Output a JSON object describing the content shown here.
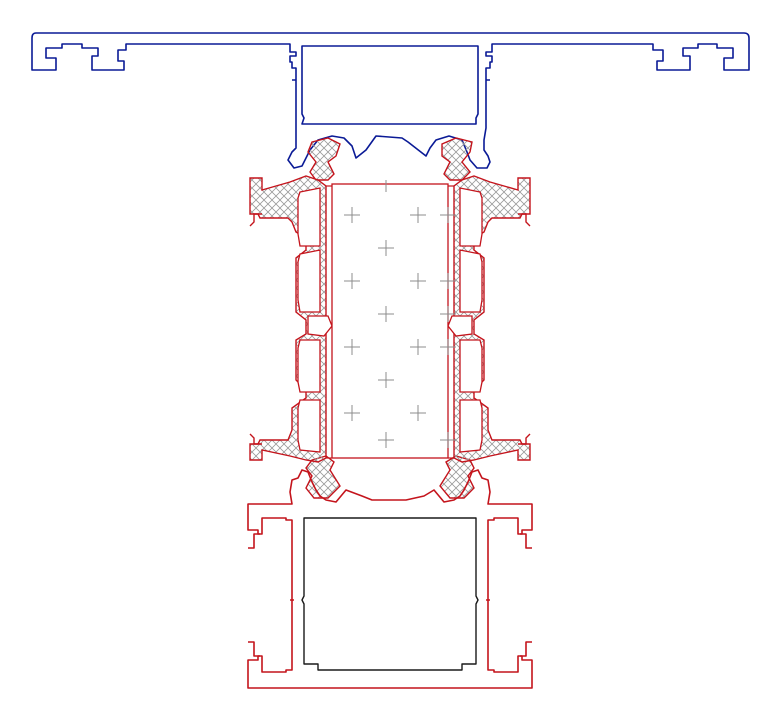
{
  "drawing": {
    "kind": "aluminium profile cross-section",
    "colors": {
      "background": "#ffffff",
      "cap_profile": "#0a1a96",
      "frame_profile": "#c4141c",
      "hatch": "#9a9a9a",
      "insert": "#1a1a1a",
      "cross_mark": "#8c8c8c"
    },
    "parts": [
      "top-cap-profile",
      "thermal-break-left",
      "thermal-break-right",
      "insulation-core",
      "bottom-frame-profile",
      "bottom-insert"
    ]
  }
}
